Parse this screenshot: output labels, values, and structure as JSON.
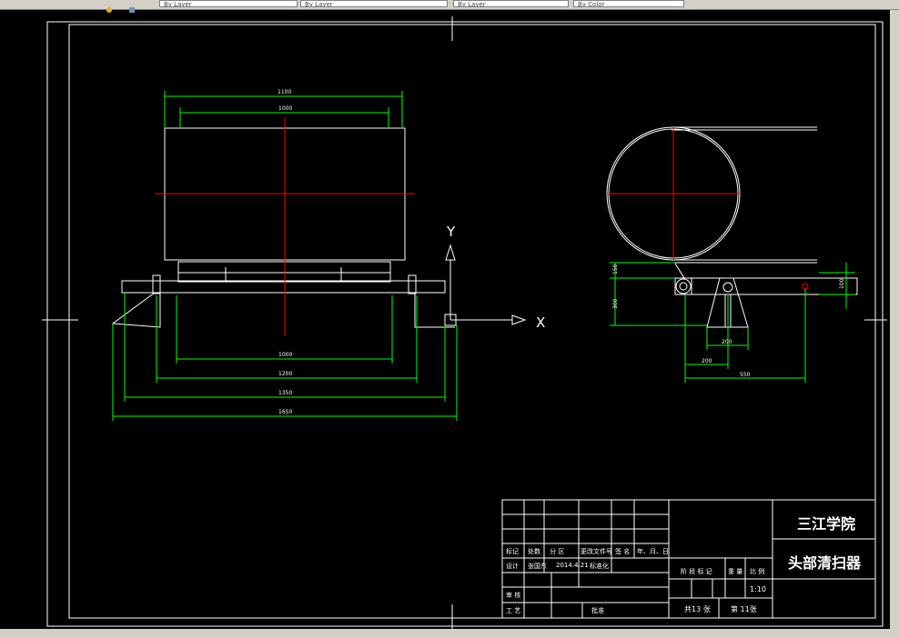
{
  "toolbar": {
    "fields": [
      "By Layer",
      "By Layer",
      "By Layer",
      "By Color"
    ]
  },
  "front_view": {
    "dims_top": [
      "1100",
      "1000"
    ],
    "dims_bottom": [
      "1000",
      "1200",
      "1350",
      "1650"
    ]
  },
  "side_view": {
    "dims_left": [
      "150",
      "300"
    ],
    "dims_right": [
      "100"
    ],
    "dims_bottom": [
      "200",
      "200",
      "550"
    ]
  },
  "ucs": {
    "x_label": "X",
    "y_label": "Y"
  },
  "title_block": {
    "school": "三江学院",
    "drawing_name": "头部清扫器",
    "header_row": [
      "标记",
      "处数",
      "分 区",
      "更改文件号",
      "签 名",
      "年、月、日"
    ],
    "design_row": [
      "设计",
      "张国东",
      "2014.4.21",
      "标准化"
    ],
    "review_label": "审 核",
    "process_label": "工 艺",
    "approve_label": "批准",
    "stage_label": "阶 段 标 记",
    "weight_label": "重 量",
    "scale_label": "比 例",
    "scale_value": "1:10",
    "sheet_total": "共13 张",
    "sheet_no": "第 11张"
  },
  "colors": {
    "background": "#000000",
    "geometry": "#ffffff",
    "dimension": "#00ff00",
    "centerline": "#ff0000"
  }
}
